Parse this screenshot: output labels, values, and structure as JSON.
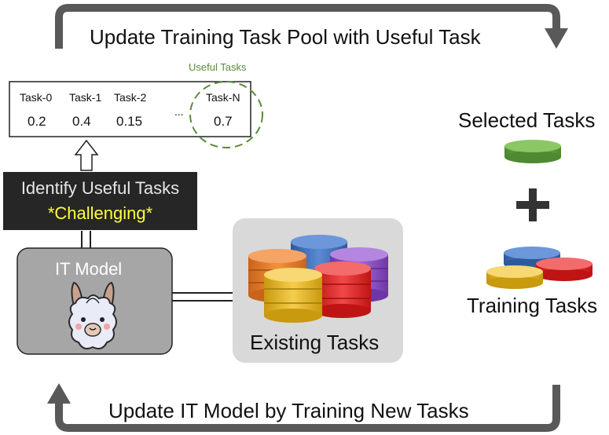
{
  "top_banner": "Update Training Task Pool with Useful Task",
  "bottom_banner": "Update IT Model by Training New Tasks",
  "task_table": {
    "tasks": [
      {
        "name": "Task-0",
        "score": "0.2"
      },
      {
        "name": "Task-1",
        "score": "0.4"
      },
      {
        "name": "Task-2",
        "score": "0.15"
      },
      {
        "name": "Task-N",
        "score": "0.7"
      }
    ],
    "ellipsis": "...",
    "useful_label": "Useful Tasks"
  },
  "identify_box": {
    "title": "Identify Useful Tasks",
    "subtitle": "*Challenging*"
  },
  "it_model": {
    "label": "IT Model",
    "icon": "llama-icon"
  },
  "existing_tasks": {
    "label": "Existing Tasks"
  },
  "right_panel": {
    "selected_label": "Selected Tasks",
    "plus": "+",
    "training_label": "Training Tasks"
  },
  "colors": {
    "loop_arrow": "#595959",
    "useful_green": "#5b8a3c",
    "selected_disk": "#5b9a3c",
    "disk_orange": "#e07b2a",
    "disk_blue": "#3f6fb5",
    "disk_purple": "#8a4fc0",
    "disk_yellow": "#e8b923",
    "disk_red": "#e02828",
    "identify_bg": "#262626",
    "challenging_text": "#ffff3a"
  }
}
